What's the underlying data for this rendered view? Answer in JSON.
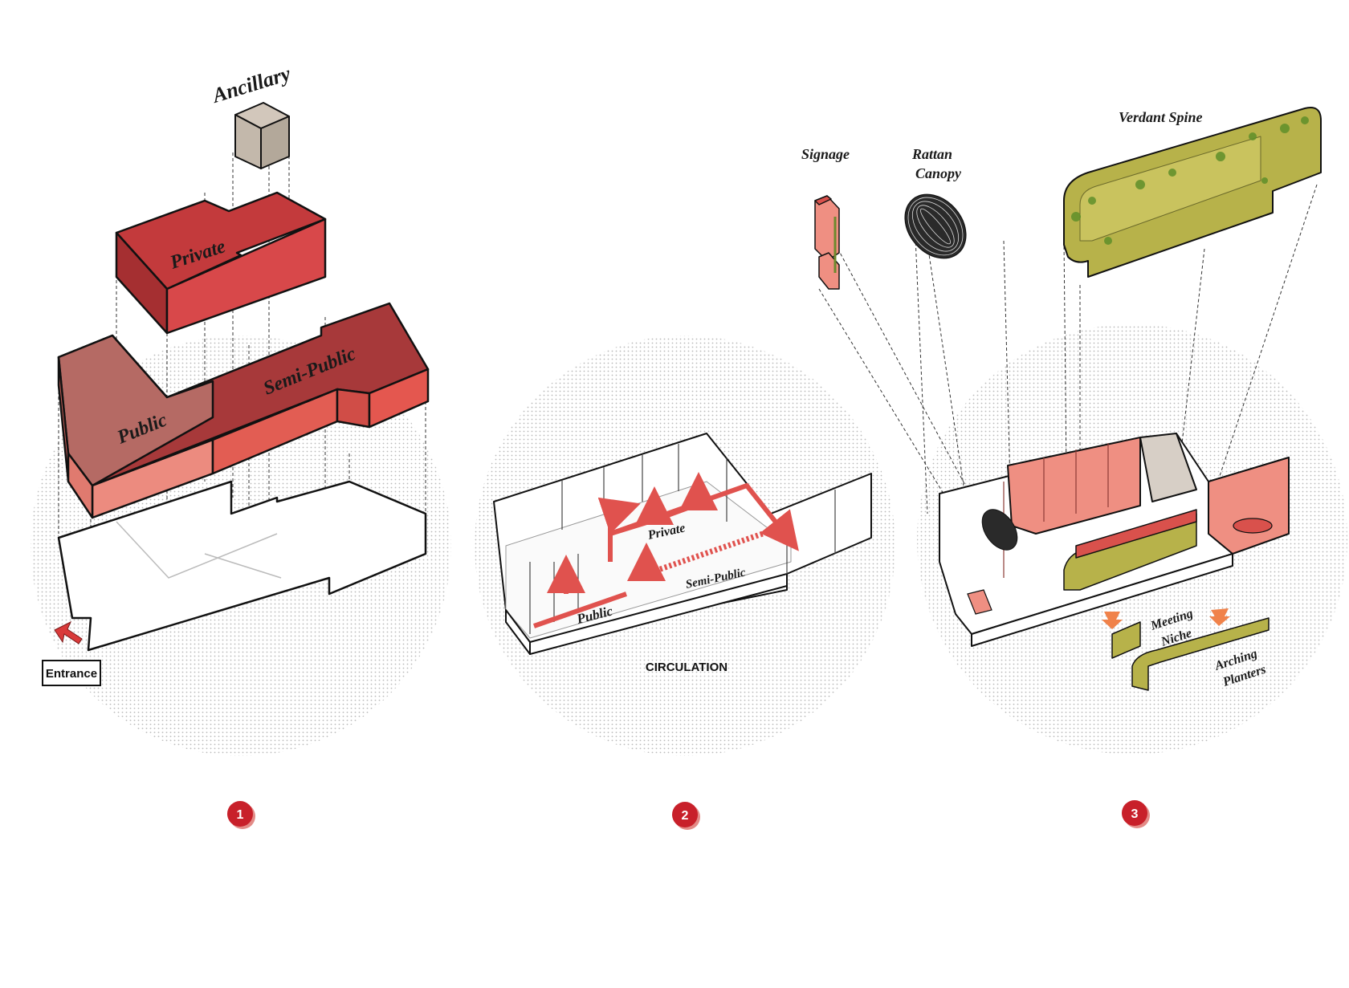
{
  "colors": {
    "dots": "#b9b9b9",
    "private_top": "#c93a3d",
    "private_side": "#a52f31",
    "private_front": "#d8484a",
    "semi_top": "#a7393a",
    "semi_front": "#df5a52",
    "public_top": "#b96a64",
    "public_front": "#e98a7e",
    "ancillary_top": "#d2c7bb",
    "ancillary_side": "#b3a89a",
    "plan_fill": "#ffffff",
    "circulation": "#e0524e",
    "pink": "#ef8f82",
    "pink_dark": "#d9514c",
    "green": "#b7b24a",
    "green_dark": "#8d8a2e",
    "badge": "#c8202a",
    "badge_shadow": "#e38b87",
    "ink": "#1a1a1a"
  },
  "panel1": {
    "labels": {
      "ancillary": "Ancillary",
      "private": "Private",
      "semi_public": "Semi-Public",
      "public": "Public",
      "entrance": "Entrance"
    },
    "icons": {
      "entrance_arrow": "arrow-icon"
    }
  },
  "panel2": {
    "labels": {
      "private": "Private",
      "semi_public": "Semi-Public",
      "public": "Public",
      "caption": "CIRCULATION"
    }
  },
  "panel3": {
    "labels": {
      "signage": "Signage",
      "rattan_line1": "Rattan",
      "rattan_line2": "Canopy",
      "verdant_spine": "Verdant Spine",
      "meeting_line1": "Meeting",
      "meeting_line2": "Niche",
      "arching_line1": "Arching",
      "arching_line2": "Planters"
    }
  },
  "badges": [
    "1",
    "2",
    "3"
  ]
}
